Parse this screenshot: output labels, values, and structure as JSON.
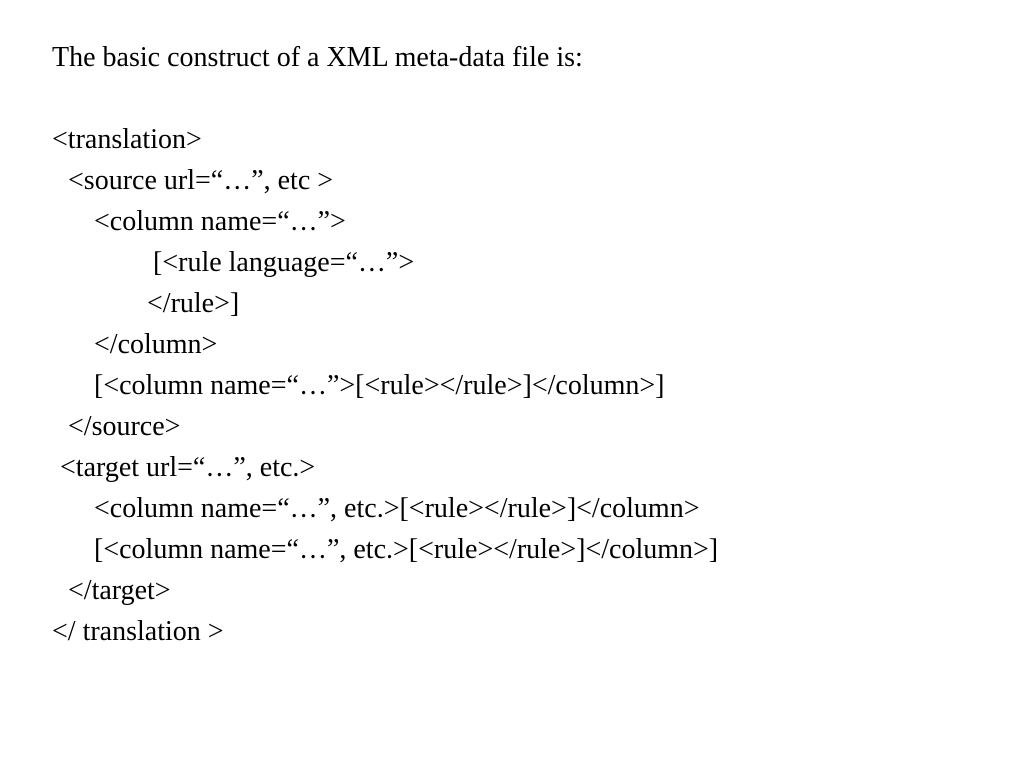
{
  "document": {
    "intro": "The basic construct of a XML meta-data file is:",
    "code_lines": [
      "<translation>",
      "<source url=“…”, etc >",
      "<column name=“…”>",
      "[<rule language=“…”>",
      "</rule>]",
      "</column>",
      "[<column name=“…”>[<rule></rule>]</column>]",
      "</source>",
      "<target url=“…”, etc.>",
      "<column name=“…”, etc.>[<rule></rule>]</column>",
      "[<column name=“…”, etc.>[<rule></rule>]</column>]",
      "</target>",
      "</ translation >"
    ]
  }
}
